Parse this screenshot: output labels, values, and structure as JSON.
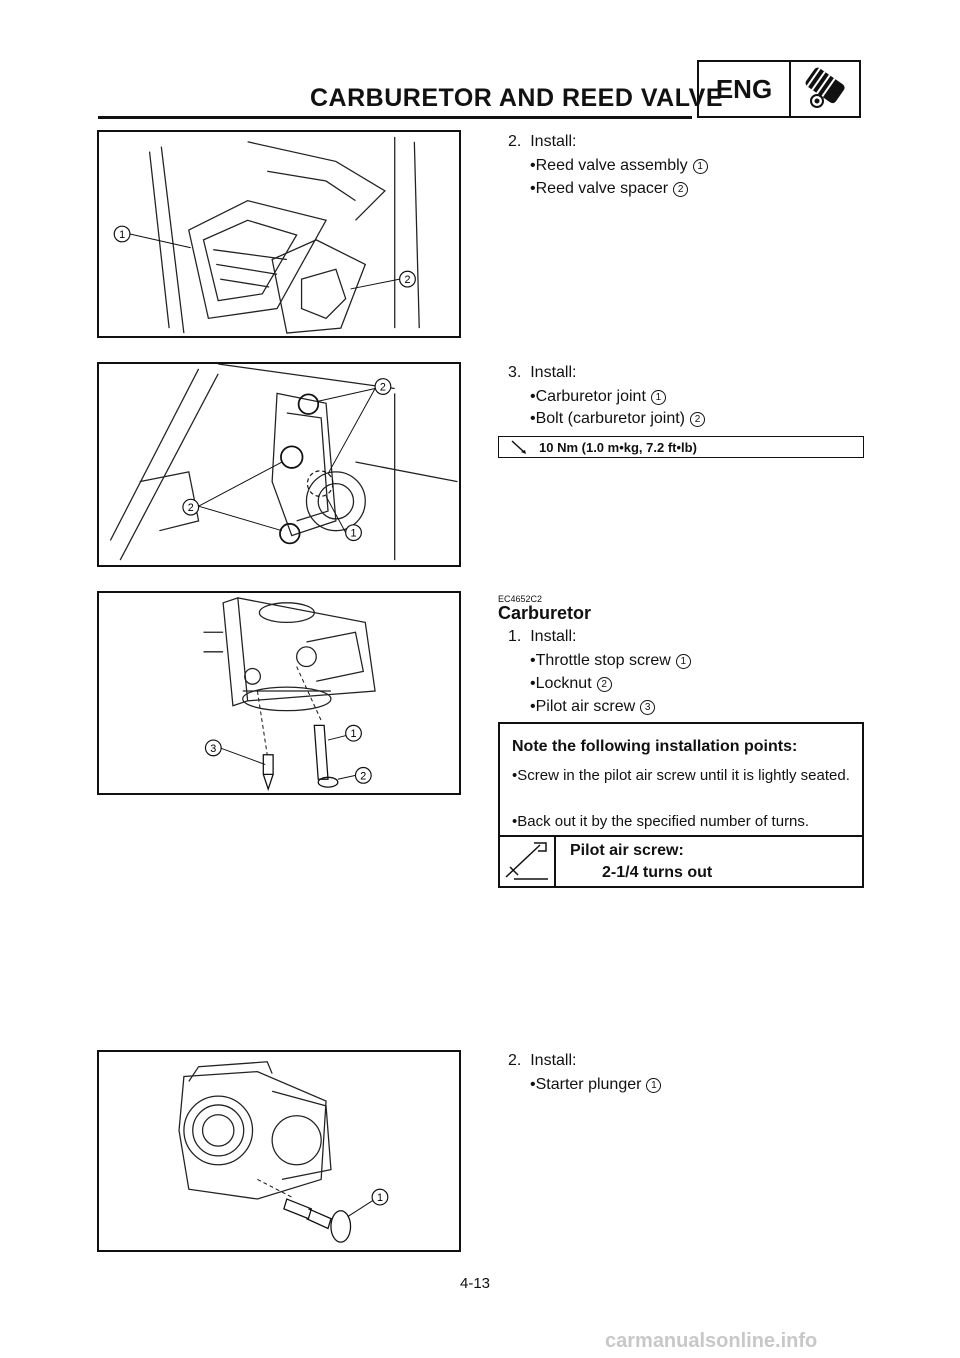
{
  "header": {
    "title": "CARBURETOR AND REED VALVE",
    "section_badge": "ENG",
    "badge_icon": "engine-icon"
  },
  "step_a": {
    "number": "2.",
    "action": "Install:",
    "items": [
      {
        "label": "Reed valve assembly",
        "ref": "1"
      },
      {
        "label": "Reed valve spacer",
        "ref": "2"
      }
    ]
  },
  "step_b": {
    "number": "3.",
    "action": "Install:",
    "items": [
      {
        "label": "Carburetor joint",
        "ref": "1"
      },
      {
        "label": "Bolt (carburetor joint)",
        "ref": "2"
      }
    ],
    "torque": "10 Nm (1.0 m•kg, 7.2 ft•lb)"
  },
  "carburetor_section": {
    "code": "EC4652C2",
    "title": "Carburetor",
    "step_1": {
      "number": "1.",
      "action": "Install:",
      "items": [
        {
          "label": "Throttle stop screw",
          "ref": "1"
        },
        {
          "label": "Locknut",
          "ref": "2"
        },
        {
          "label": "Pilot air screw",
          "ref": "3"
        }
      ]
    },
    "note": {
      "title": "Note the following installation points:",
      "items": [
        "•Screw in the pilot air screw until it is lightly seated.",
        "•Back out it by the specified number of turns."
      ],
      "spec_label": "Pilot air screw:",
      "spec_value": "2-1/4 turns out"
    },
    "step_2": {
      "number": "2.",
      "action": "Install:",
      "items": [
        {
          "label": "Starter plunger",
          "ref": "1"
        }
      ]
    }
  },
  "figures": {
    "fig1": [
      "1",
      "2"
    ],
    "fig2": [
      "2",
      "2",
      "1"
    ],
    "fig3": [
      "1",
      "3",
      "2"
    ],
    "fig4": [
      "1"
    ]
  },
  "footer": {
    "page_number": "4-13",
    "watermark": "carmanualsonline.info"
  }
}
